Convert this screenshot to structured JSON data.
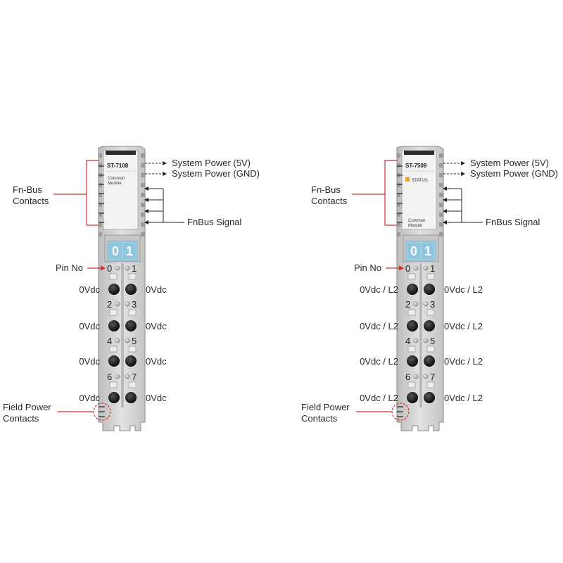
{
  "colors": {
    "module_body": "#d2d2d2",
    "module_edge": "#8a8a8a",
    "dark_band": "#2a2a2a",
    "callout_red": "#d32f2f",
    "window_blue": "#9fd1e8",
    "status_led": "#f0a020",
    "text": "#2a2a2a"
  },
  "modules": [
    {
      "model": "ST-7108",
      "face_lines": [
        "Common",
        "Module"
      ],
      "status_label": "",
      "bottom_lines": [],
      "window_digits": [
        "0",
        "1"
      ],
      "label_system_power_5v": "System Power (5V)",
      "label_system_power_gnd": "System Power (GND)",
      "label_fnbus_contacts_1": "Fn-Bus",
      "label_fnbus_contacts_2": "Contacts",
      "label_fnbus_signal": "FnBus Signal",
      "label_pin_no": "Pin No",
      "label_field_power_1": "Field Power",
      "label_field_power_2": "Contacts",
      "pin_numbers": [
        "0",
        "1",
        "2",
        "3",
        "4",
        "5",
        "6",
        "7"
      ],
      "left_terminal_labels": [
        "0Vdc",
        "0Vdc",
        "0Vdc",
        "0Vdc"
      ],
      "right_terminal_labels": [
        "0Vdc",
        "0Vdc",
        "0Vdc",
        "0Vdc"
      ]
    },
    {
      "model": "ST-7508",
      "face_lines": [],
      "status_label": "STATUS",
      "bottom_lines": [
        "Common",
        "Module"
      ],
      "window_digits": [
        "0",
        "1"
      ],
      "label_system_power_5v": "System Power (5V)",
      "label_system_power_gnd": "System Power (GND)",
      "label_fnbus_contacts_1": "Fn-Bus",
      "label_fnbus_contacts_2": "Contacts",
      "label_fnbus_signal": "FnBus Signal",
      "label_pin_no": "Pin No",
      "label_field_power_1": "Field Power",
      "label_field_power_2": "Contacts",
      "pin_numbers": [
        "0",
        "1",
        "2",
        "3",
        "4",
        "5",
        "6",
        "7"
      ],
      "left_terminal_labels": [
        "0Vdc / L2",
        "0Vdc / L2",
        "0Vdc / L2",
        "0Vdc / L2"
      ],
      "right_terminal_labels": [
        "0Vdc / L2",
        "0Vdc / L2",
        "0Vdc / L2",
        "0Vdc / L2"
      ]
    }
  ]
}
